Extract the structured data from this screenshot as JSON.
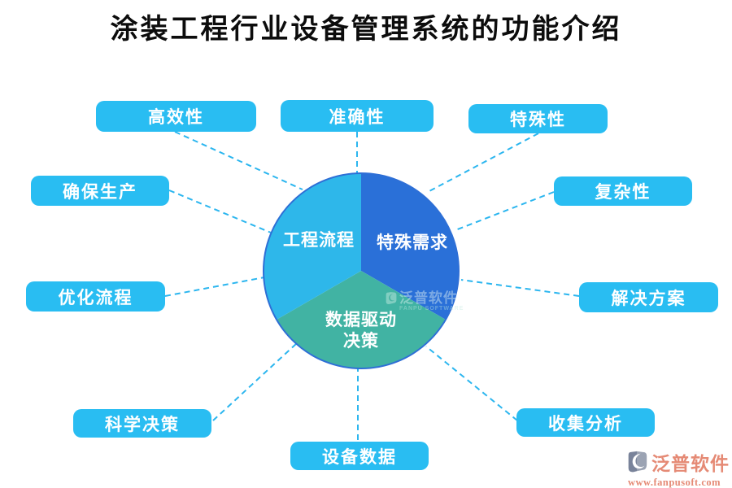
{
  "title": "涂装工程行业设备管理系统的功能介绍",
  "chart_data": {
    "type": "pie",
    "title": "涂装工程行业设备管理系统的功能介绍",
    "segments": [
      {
        "label": "特殊需求",
        "value": 33.33,
        "color": "#2a70d8"
      },
      {
        "label": "数据驱动决策",
        "value": 33.33,
        "color": "#41b3a3"
      },
      {
        "label": "工程流程",
        "value": 33.33,
        "color": "#2eb7ea"
      }
    ],
    "start_angle_deg": 0,
    "legend_position": "none",
    "labels_inside": true
  },
  "pie": {
    "segments": [
      {
        "label": "特殊需求"
      },
      {
        "label": "数据驱动决策",
        "line1": "数据驱动",
        "line2": "决策"
      },
      {
        "label": "工程流程"
      }
    ]
  },
  "callouts": [
    {
      "label": "高效性"
    },
    {
      "label": "准确性"
    },
    {
      "label": "特殊性"
    },
    {
      "label": "确保生产"
    },
    {
      "label": "复杂性"
    },
    {
      "label": "优化流程"
    },
    {
      "label": "解决方案"
    },
    {
      "label": "科学决策"
    },
    {
      "label": "设备数据"
    },
    {
      "label": "收集分析"
    }
  ],
  "watermark": {
    "brand": "泛普软件",
    "sub": "FANPU SOFTWARE"
  },
  "logo": {
    "brand": "泛普软件",
    "url": "www.fanpusoft.com"
  },
  "colors": {
    "box_bg": "#29bdf2",
    "connector": "#2cb6ef",
    "pie_light": "#2eb7ea",
    "pie_dark": "#2a70d8",
    "pie_teal": "#41b3a3",
    "pie_stroke": "#2e6fd6",
    "logo_coral": "#e58a75",
    "logo_gray": "#828ba0"
  }
}
